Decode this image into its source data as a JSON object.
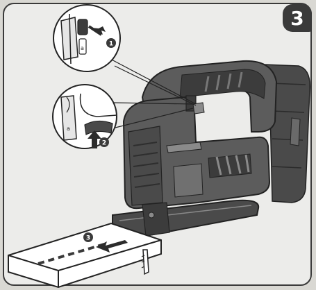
{
  "step": {
    "number": "3"
  },
  "callouts": [
    {
      "number": "1",
      "icon": "arrow-icon"
    },
    {
      "number": "2",
      "icon": "arrow-up-icon"
    },
    {
      "number": "3",
      "icon": "arrow-left-icon"
    }
  ],
  "colors": {
    "panel_background": "#ececea",
    "outline": "#3a3a3a",
    "tool_body": "#5c5c5c",
    "tool_dark": "#3c3c3c",
    "tool_light": "#8a8a8a",
    "badge": "#3a3a3a"
  }
}
